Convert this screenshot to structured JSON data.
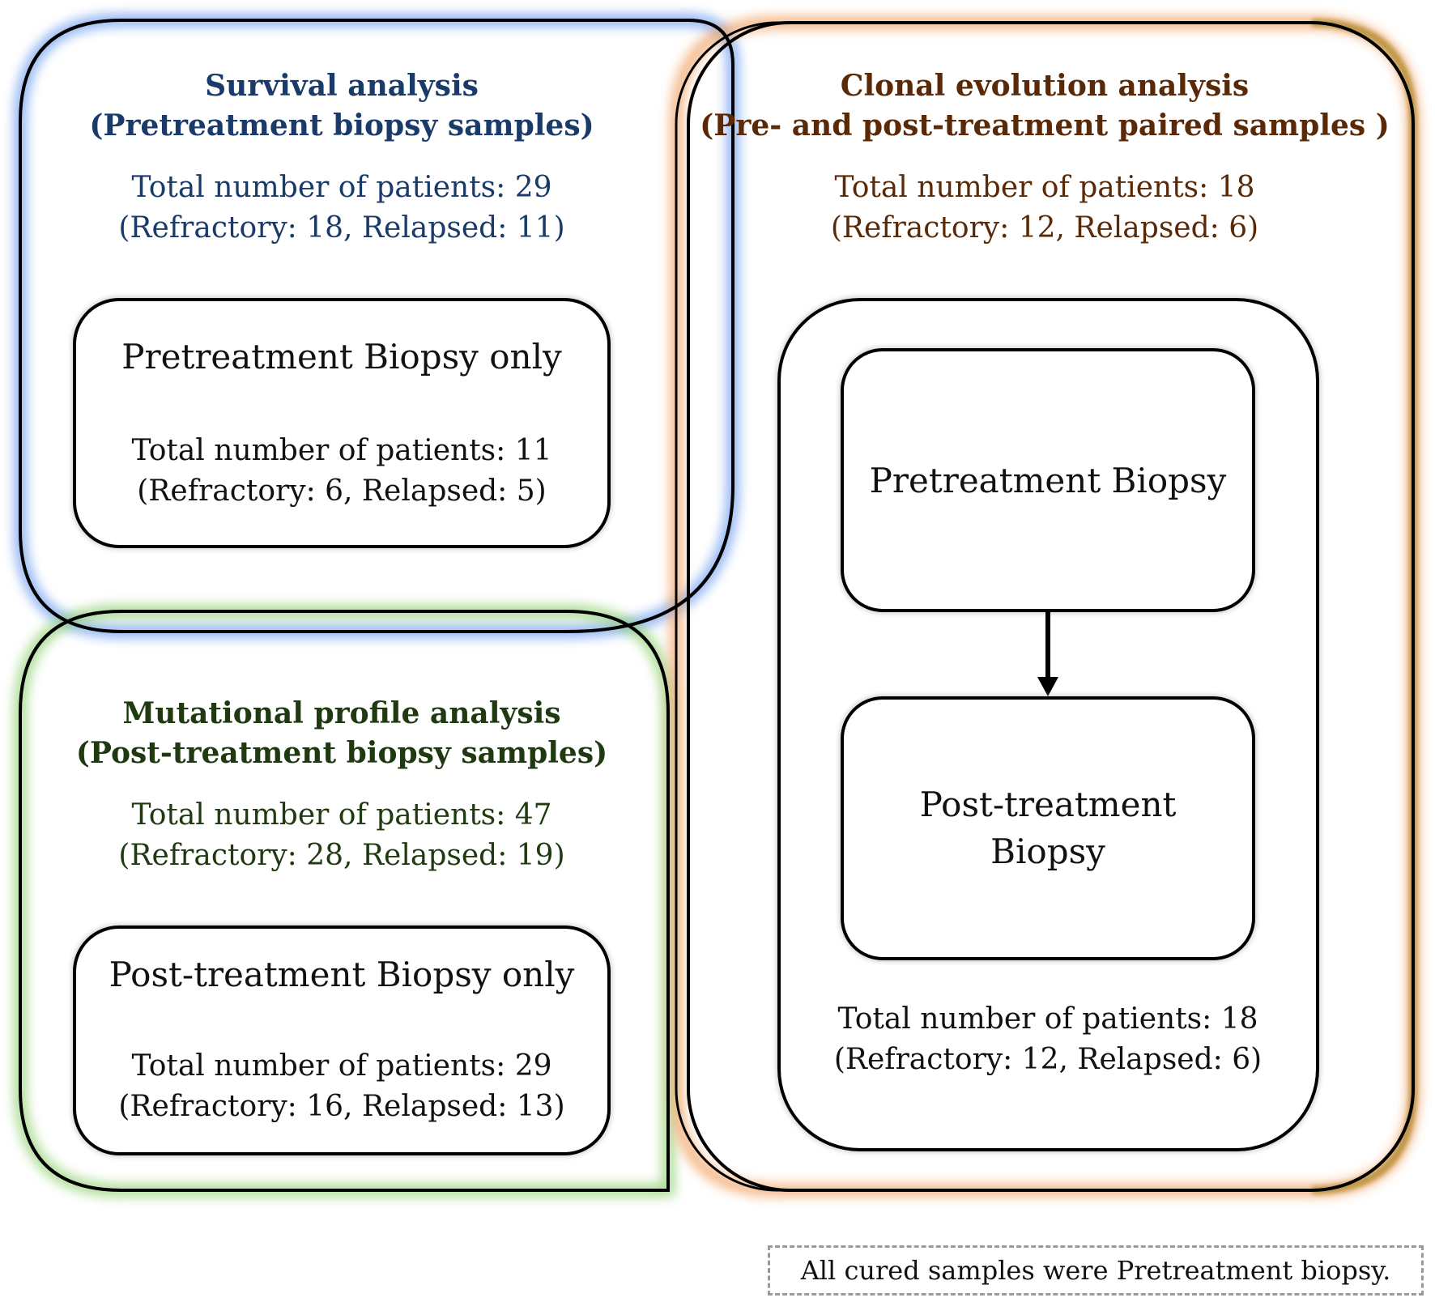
{
  "colors": {
    "survival": "#6b9bf0",
    "mutational": "#8fd06e",
    "clonal": "#f2a66a",
    "clonal_edge": "#b08a2e",
    "survival_text": "#1a3a6a",
    "mutational_text": "#1f3a10",
    "clonal_text": "#5a2a08"
  },
  "survival": {
    "title_line1": "Survival analysis",
    "title_line2": "(Pretreatment biopsy samples)",
    "total_line1": "Total number of patients: 29",
    "total_line2": "(Refractory: 18, Relapsed: 11)"
  },
  "mutational": {
    "title_line1": "Mutational profile analysis",
    "title_line2": "(Post-treatment biopsy samples)",
    "total_line1": "Total number of patients: 47",
    "total_line2": "(Refractory: 28, Relapsed: 19)"
  },
  "clonal": {
    "title_line1": "Clonal evolution analysis",
    "title_line2": "(Pre- and post-treatment paired samples )",
    "total_line1": "Total number of patients: 18",
    "total_line2": "(Refractory: 12, Relapsed: 6)"
  },
  "pre_only": {
    "label": "Pretreatment Biopsy only",
    "total_line1": "Total number of patients: 11",
    "total_line2": "(Refractory: 6, Relapsed: 5)"
  },
  "post_only": {
    "label": "Post-treatment Biopsy only",
    "total_line1": "Total number of patients: 29",
    "total_line2": "(Refractory: 16, Relapsed: 13)"
  },
  "paired": {
    "pre_label": "Pretreatment Biopsy",
    "post_label_line1": "Post-treatment",
    "post_label_line2": "Biopsy",
    "total_line1": "Total number of patients: 18",
    "total_line2": "(Refractory: 12, Relapsed: 6)"
  },
  "note": "All cured samples were Pretreatment biopsy."
}
